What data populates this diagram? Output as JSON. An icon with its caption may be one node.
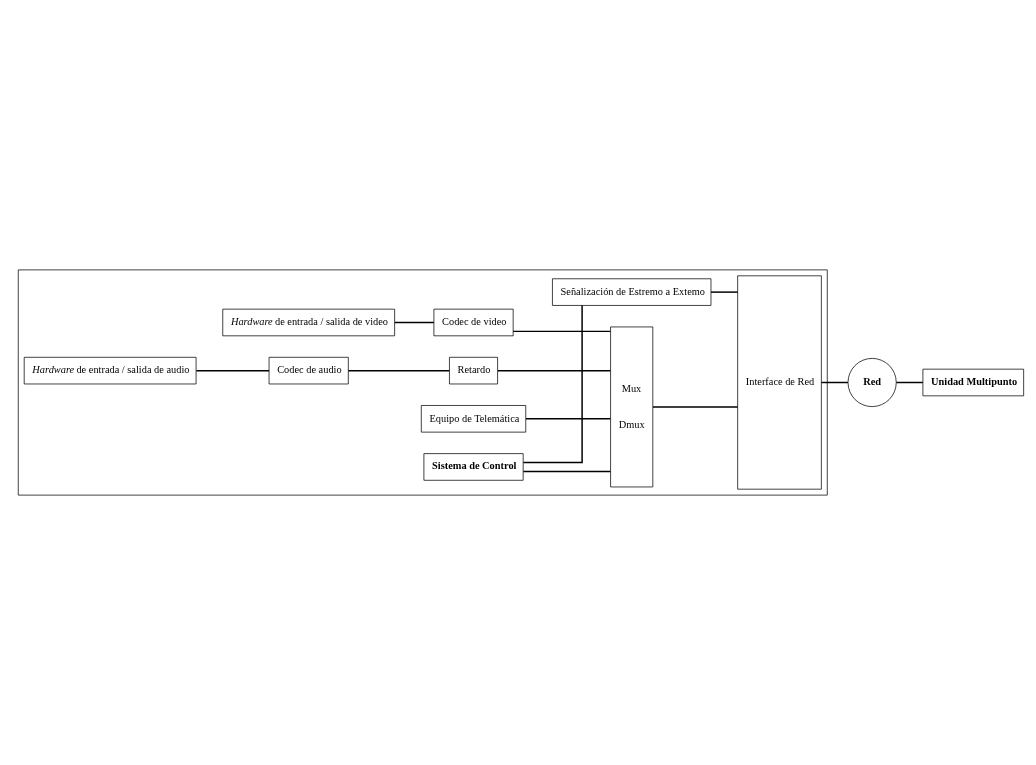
{
  "diagram": {
    "nodes": [
      {
        "text": [],
        "shape": "box"
      },
      {
        "text": [
          "*Hardware* de entrada / salida de video"
        ],
        "in": 0
      },
      {
        "text": [
          "Codec de video"
        ],
        "in": 0
      },
      {
        "text": [
          "*Hardware* de entrada / salida de audio"
        ],
        "in": 0
      },
      {
        "text": [
          "Codec de audio"
        ],
        "in": 0
      },
      {
        "text": [
          "Retardo"
        ],
        "in": 0
      },
      {
        "text": [
          "Mux",
          "Dmux"
        ],
        "in": 0
      },
      {
        "text": [
          "Interface de Red"
        ],
        "in": 0
      },
      {
        "text": [
          "Equipo de Telemática"
        ],
        "in": 0
      },
      {
        "text": [
          "Sistema de Control"
        ],
        "in": 0
      },
      {
        "text": [
          "Señalización de Estremo a Extemo"
        ],
        "in": 0
      },
      {
        "text": [
          "Red"
        ]
      },
      {
        "text": [
          "Unidad Multipunto"
        ]
      }
    ],
    "edges": [
      {
        "from": 1,
        "to": 2,
        "arrow": "none"
      },
      {
        "from": 2,
        "to": 6,
        "arrow": "none"
      },
      {
        "from": 3,
        "to": 4,
        "arrow": "none"
      },
      {
        "from": 4,
        "to": 5,
        "arrow": "none"
      },
      {
        "from": 5,
        "to": 6,
        "arrow": "none"
      },
      {
        "from": 8,
        "to": 6,
        "arrow": "none"
      },
      {
        "from": 9,
        "to": 6,
        "arrow": "none"
      },
      {
        "from": 9,
        "to": 10,
        "arrow": "none"
      },
      {
        "from": 10,
        "to": 7,
        "arrow": "none"
      },
      {
        "from": 6,
        "to": 7,
        "arrow": "none"
      },
      {
        "from": 7,
        "to": 11,
        "arrow": "none"
      },
      {
        "from": 11,
        "to": 12,
        "arrow": "none"
      }
    ]
  }
}
